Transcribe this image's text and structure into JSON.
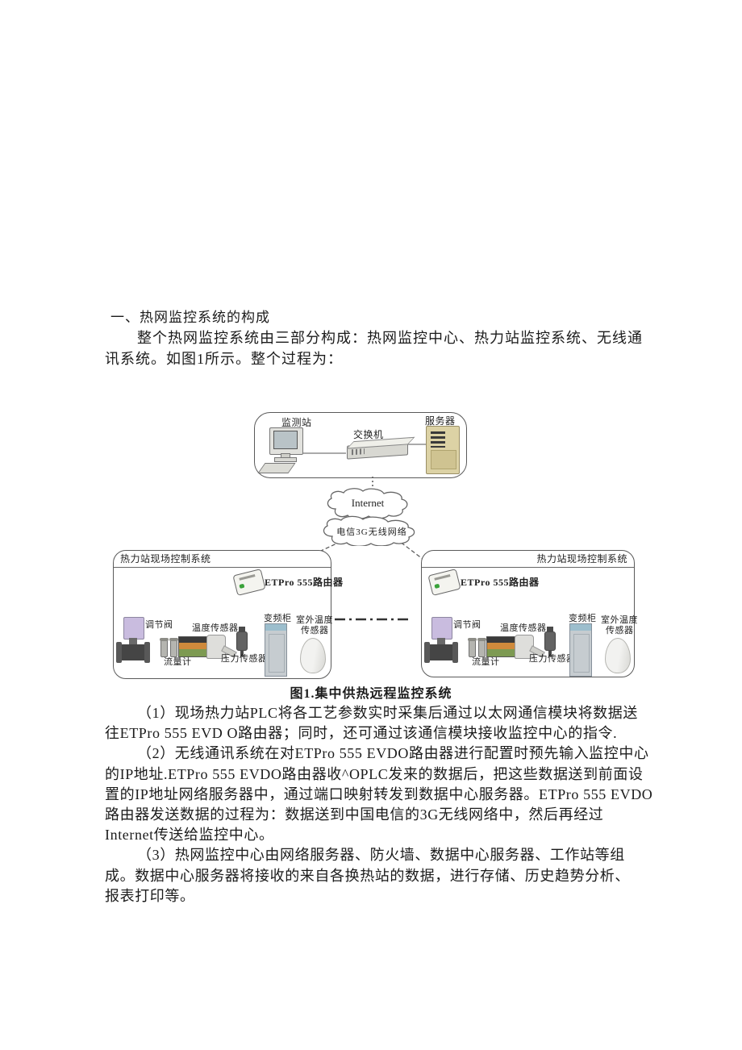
{
  "text": {
    "heading": "一、热网监控系统的构成",
    "intro": [
      "整个热网监控系统由三部分构成：热网监控中心、热力站监控系统、无线通",
      "讯系统。如图1所示。整个过程为："
    ],
    "caption": "图1.集中供热远程监控系统",
    "body_lines": [
      "（1）现场热力站PLC将各工艺参数实时采集后通过以太网通信模块将数据送",
      "往ETPro 555 EVD O路由器；同时，还可通过该通信模块接收监控中心的指令.",
      "（2）无线通讯系统在对ETPro 555 EVDO路由器进行配置时预先输入监控中心",
      "的IP地址.ETPro 555 EVDO路由器收^OPLC发来的数据后，把这些数据送到前面设",
      "置的IP地址网络服务器中，通过端口映射转发到数据中心服务器。ETPro 555 EVDO",
      "路由器发送数据的过程为：数据送到中国电信的3G无线网络中，然后再经过",
      "Internet传送给监控中心。",
      "（3）热网监控中心由网络服务器、防火墙、数据中心服务器、工作站等组",
      "成。数据中心服务器将接收的来自各换热站的数据，进行存储、历史趋势分析、",
      "报表打印等。"
    ]
  },
  "diagram": {
    "center": {
      "monitor_label": "监测站",
      "switch_label": "交换机",
      "server_label": "服务器"
    },
    "clouds": {
      "internet": "Internet",
      "telecom3g": "电信3G无线网络"
    },
    "station_left": {
      "title": "热力站现场控制系统",
      "router_label": "ETPro 555路由器",
      "devices": {
        "valve": "调节阀",
        "flow": "流量计",
        "temp": "温度传感器",
        "pressure": "压力传感器",
        "vfd": "变频柜",
        "outdoor_l1": "室外温度",
        "outdoor_l2": "传感器"
      }
    },
    "station_right": {
      "title": "热力站现场控制系统",
      "router_label": "ETPro 555路由器",
      "devices": {
        "valve": "调节阀",
        "flow": "流量计",
        "temp": "温度传感器",
        "pressure": "压力传感器",
        "vfd": "变频柜",
        "outdoor_l1": "室外温度",
        "outdoor_l2": "传感器"
      }
    },
    "colors": {
      "line": "#666666",
      "server_beige": "#dcd2a5",
      "router_led_green": "#3aa23a",
      "valve_actuator": "#c9bcdf",
      "flow_orange": "#cf8a3c",
      "flow_green": "#7d9a52",
      "cabinet_band": "#9cbecd"
    }
  }
}
